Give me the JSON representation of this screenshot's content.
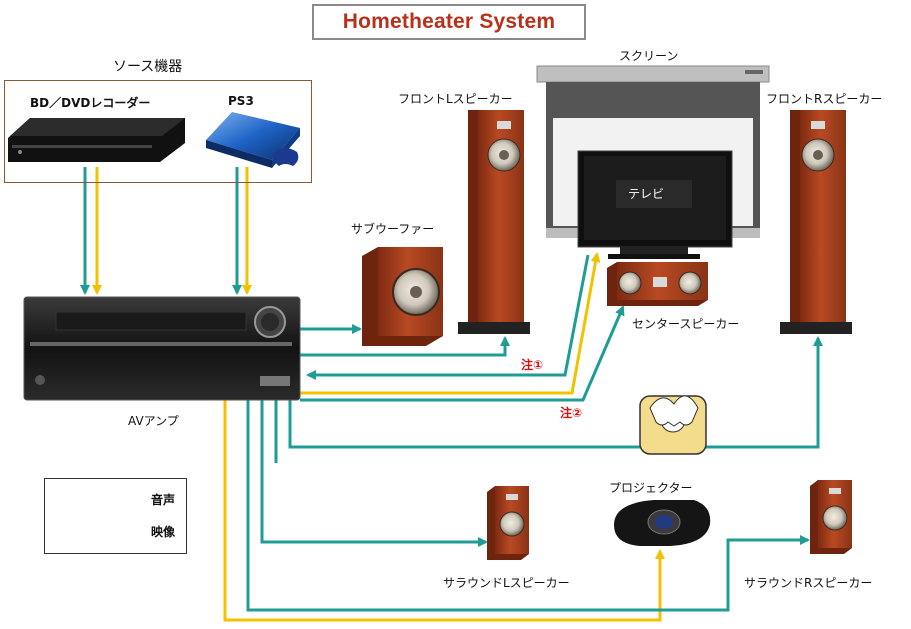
{
  "title": "Hometheater System",
  "source_group": "ソース機器",
  "devices": {
    "bd_recorder": "BD／DVDレコーダー",
    "ps3": "PS3",
    "screen": "スクリーン",
    "tv": "テレビ",
    "front_l": "フロントLスピーカー",
    "front_r": "フロントRスピーカー",
    "subwoofer": "サブウーファー",
    "center": "センタースピーカー",
    "av_amp": "AVアンプ",
    "projector": "プロジェクター",
    "surround_l": "サラウンドLスピーカー",
    "surround_r": "サラウンドRスピーカー"
  },
  "notes": [
    "注①",
    "注②"
  ],
  "legend": [
    {
      "label": "音声",
      "color": "#1f9c94"
    },
    {
      "label": "映像",
      "color": "#f2c200"
    }
  ],
  "colors": {
    "audio": "#1f9c94",
    "video": "#f2c200",
    "title": "#b8311a",
    "note": "#dd1111",
    "wood": "#a8401c"
  }
}
